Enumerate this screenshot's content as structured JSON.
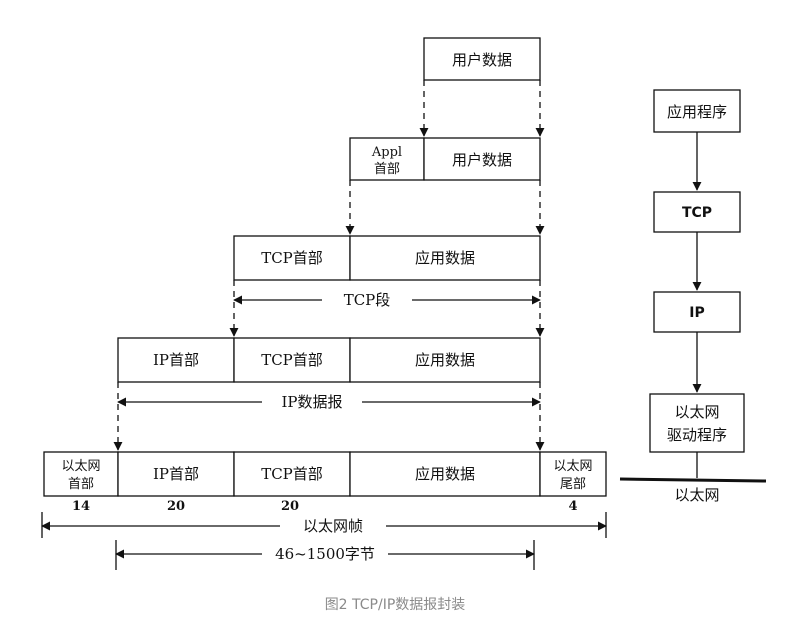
{
  "layers": {
    "user_data": "用户数据",
    "appl_header_1": "Appl",
    "appl_header_2": "首部",
    "tcp_header": "TCP首部",
    "app_data": "应用数据",
    "ip_header": "IP首部",
    "eth_header_1": "以太网",
    "eth_header_2": "首部",
    "eth_trailer_1": "以太网",
    "eth_trailer_2": "尾部"
  },
  "spans": {
    "tcp_segment": "TCP段",
    "ip_datagram": "IP数据报",
    "eth_frame": "以太网帧",
    "frame_size": "46~1500字节"
  },
  "sizes": {
    "eth_header": "14",
    "ip_header": "20",
    "tcp_header": "20",
    "eth_trailer": "4"
  },
  "stack": {
    "app": "应用程序",
    "tcp": "TCP",
    "ip": "IP",
    "driver_1": "以太网",
    "driver_2": "驱动程序",
    "network": "以太网"
  },
  "caption": "图2 TCP/IP数据报封装"
}
